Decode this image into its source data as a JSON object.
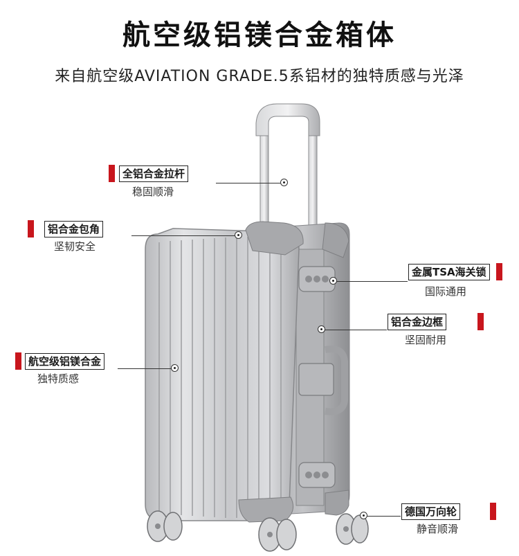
{
  "header": {
    "title": "航空级铝镁合金箱体",
    "subtitle": "来自航空级AVIATION GRADE.5系铝材的独特质感与光泽"
  },
  "callouts": [
    {
      "label": "全铝合金拉杆",
      "sub": "稳固顺滑"
    },
    {
      "label": "铝合金包角",
      "sub": "坚韧安全"
    },
    {
      "label": "航空级铝镁合金",
      "sub": "独特质感"
    },
    {
      "label": "金属TSA海关锁",
      "sub": "国际通用"
    },
    {
      "label": "铝合金边框",
      "sub": "坚固耐用"
    },
    {
      "label": "德国万向轮",
      "sub": "静音顺滑"
    }
  ],
  "colors": {
    "accent": "#c8161d",
    "aluminum": "#c9cacc",
    "background": "#ffffff"
  }
}
